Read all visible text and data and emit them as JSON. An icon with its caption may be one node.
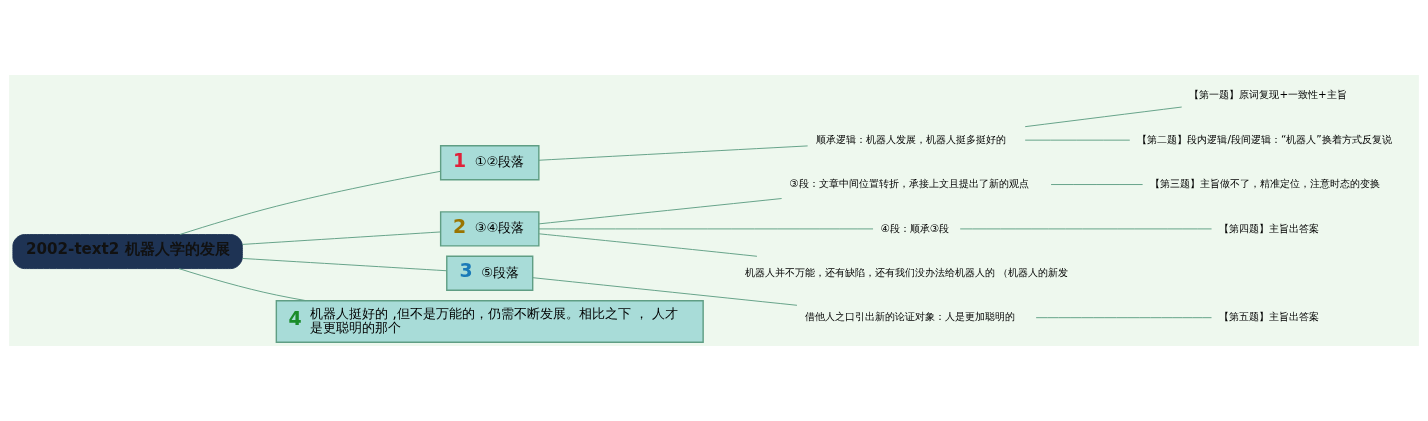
{
  "diagram": {
    "nodes": [
      {
        "text": [
          "2002-text2 机器人学的发展"
        ]
      },
      {
        "text": [
          "1",
          "①②段落"
        ]
      },
      {
        "text": [
          "顺承逻辑：机器人发展，机器人挺多挺好的"
        ]
      },
      {
        "text": [
          "【第一题】原词复现+一致性+主旨"
        ]
      },
      {
        "text": [
          "【第二题】段内逻辑/段间逻辑：“机器人”换着方式反复说"
        ]
      },
      {
        "text": [
          "2",
          "③④段落"
        ]
      },
      {
        "text": [
          "③段：文章中间位置转折，承接上文且提出了新的观点"
        ]
      },
      {
        "text": [
          "【第三题】主旨做不了，精准定位，注意时态的变换"
        ]
      },
      {
        "text": [
          "④段：顺承③段"
        ]
      },
      {
        "text": [
          "【第四题】主旨出答案"
        ]
      },
      {
        "text": [
          "机器人并不万能，还有缺陷，还有我们没办法给机器人的 （机器人的新发"
        ]
      },
      {
        "text": [
          "3",
          "⑤段落"
        ]
      },
      {
        "text": [
          "借他人之口引出新的论证对象：人是更加聪明的"
        ]
      },
      {
        "text": [
          "【第五题】主旨出答案"
        ]
      },
      {
        "text": [
          "4",
          "机器人挺好的 ,但不是万能的，仍需不断发展。相比之下 ， 人才是更聪明的那个"
        ]
      }
    ],
    "edges": [
      {
        "from": 0,
        "to": 1,
        "arrow": "none"
      },
      {
        "from": 0,
        "to": 5,
        "arrow": "none"
      },
      {
        "from": 0,
        "to": 11,
        "arrow": "none"
      },
      {
        "from": 0,
        "to": 14,
        "arrow": "none"
      },
      {
        "from": 1,
        "to": 2,
        "arrow": "none"
      },
      {
        "from": 2,
        "to": 3,
        "arrow": "none"
      },
      {
        "from": 2,
        "to": 4,
        "arrow": "none"
      },
      {
        "from": 5,
        "to": 6,
        "arrow": "none"
      },
      {
        "from": 6,
        "to": 7,
        "arrow": "none"
      },
      {
        "from": 5,
        "to": 8,
        "arrow": "none"
      },
      {
        "from": 8,
        "to": 9,
        "arrow": "none"
      },
      {
        "from": 5,
        "to": 10,
        "arrow": "none"
      },
      {
        "from": 11,
        "to": 12,
        "arrow": "none"
      },
      {
        "from": 12,
        "to": 13,
        "arrow": "none"
      }
    ]
  }
}
